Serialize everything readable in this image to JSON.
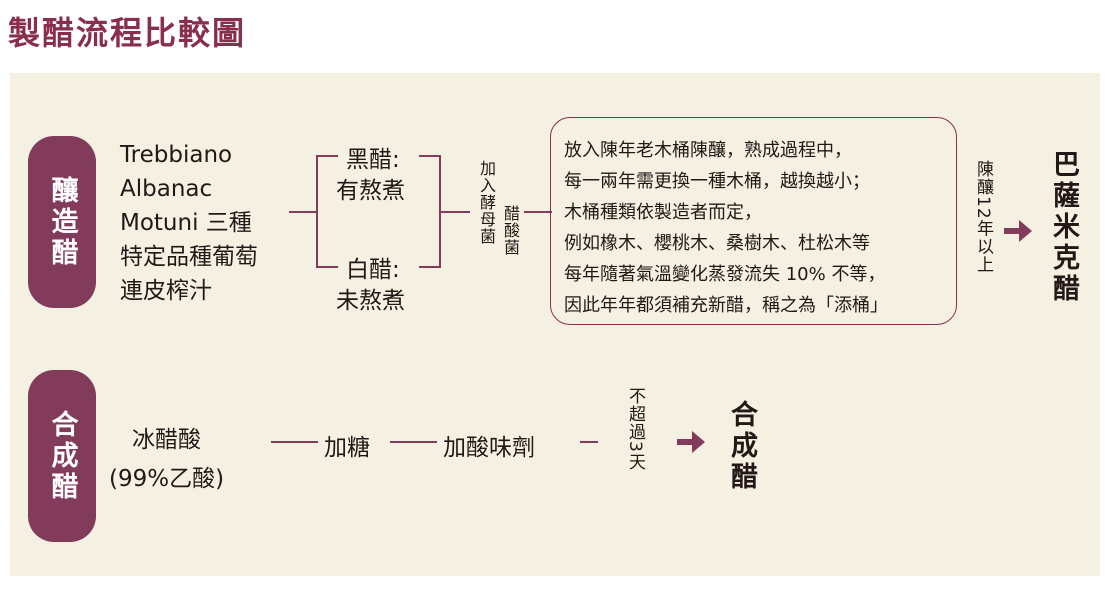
{
  "title": "製醋流程比較圖",
  "colors": {
    "accent": "#823b5a",
    "title": "#8a2e4e",
    "panel": "#f4f0e2",
    "text": "#231815"
  },
  "balsamic": {
    "label": "釀造醋",
    "ingredients": [
      "Trebbiano",
      "Albanac",
      "Motuni 三種",
      "特定品種葡萄",
      "連皮榨汁"
    ],
    "black_label": "黑醋:",
    "black_desc": "有熬煮",
    "white_label": "白醋:",
    "white_desc": "未熬煮",
    "add_yeast": "加入酵母菌",
    "acetic": "醋酸菌",
    "process_lines": [
      "放入陳年老木桶陳釀，熟成過程中，",
      "每一兩年需更換一種木桶，越換越小；",
      "木桶種類依製造者而定，",
      "例如橡木、櫻桃木、桑樹木、杜松木等",
      "每年隨著氣溫變化蒸發流失 10% 不等，",
      "因此年年都須補充新醋，稱之為「添桶」"
    ],
    "aging": "陳釀12年以上",
    "result": "巴薩米克醋"
  },
  "synthetic": {
    "label": "合成醋",
    "ingredient_1": "冰醋酸",
    "ingredient_2": "(99%乙酸)",
    "step1": "加糖",
    "step2": "加酸味劑",
    "duration": "不超過3天",
    "result": "合成醋"
  }
}
